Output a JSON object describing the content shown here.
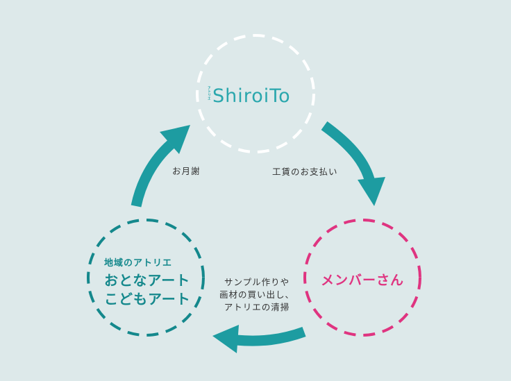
{
  "nodes": {
    "shiroito": {
      "logo_small_text": "アトリエ",
      "logo_text": "ShiroiTo"
    },
    "atelier": {
      "subtitle": "地域のアトリエ",
      "line1": "おとなアート",
      "line2": "こどもアート"
    },
    "members": {
      "label": "メンバーさん"
    }
  },
  "edges": {
    "atelier_to_shiroito": "お月謝",
    "shiroito_to_members": "工賃のお支払い",
    "members_to_atelier": [
      "サンプル作りや",
      "画材の買い出し、",
      "アトリエの清掃"
    ]
  },
  "colors": {
    "background": "#dde9ea",
    "teal_arrow": "#1d9ca1",
    "teal_text": "#14888c",
    "logo": "#2aa7ad",
    "pink": "#df3480",
    "white": "#ffffff"
  }
}
